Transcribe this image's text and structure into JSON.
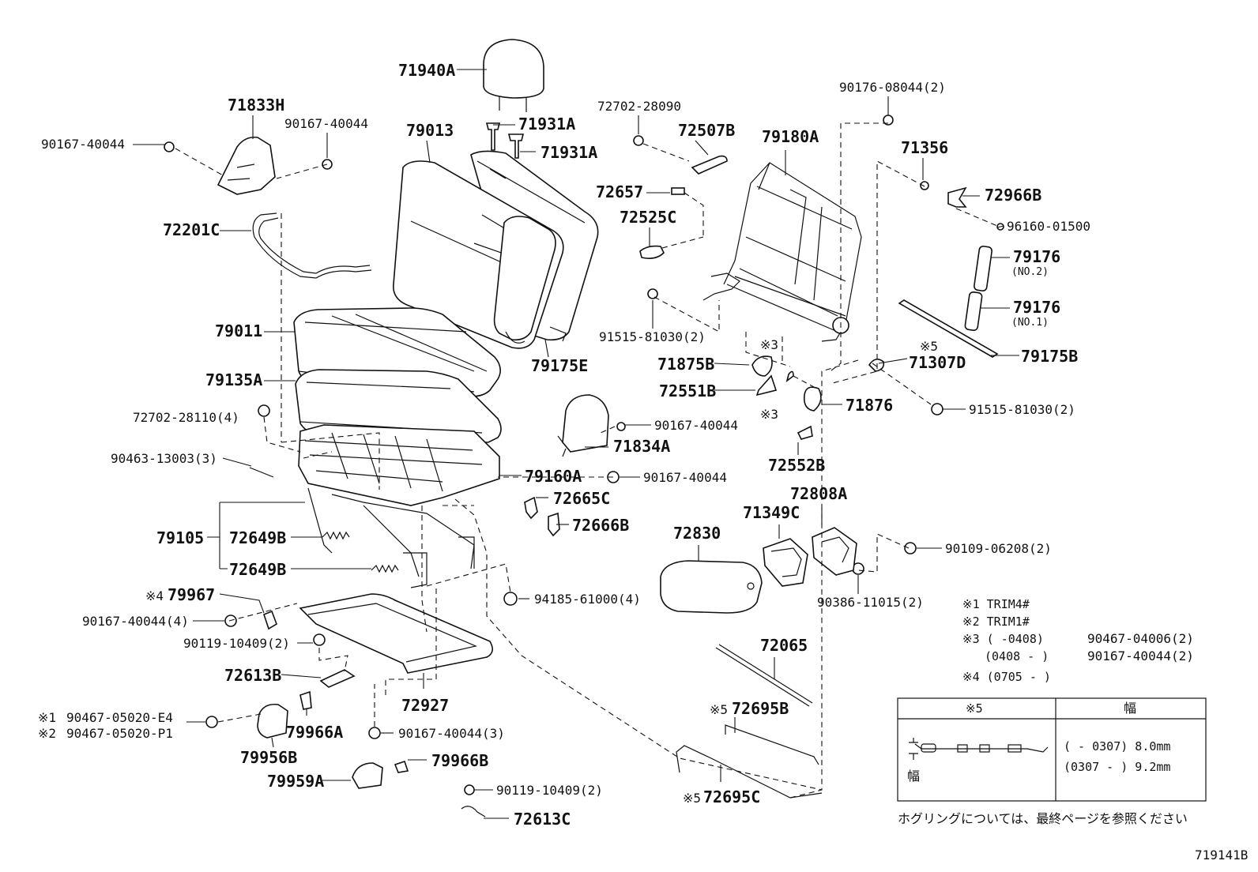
{
  "labels": {
    "l71940A": "71940A",
    "l71833H": "71833H",
    "l90167_a": "90167-40044",
    "l90167_b": "90167-40044",
    "l71931A_1": "71931A",
    "l71931A_2": "71931A",
    "l79013": "79013",
    "l72702_28090": "72702-28090",
    "l72507B": "72507B",
    "l79180A": "79180A",
    "l90176": "90176-08044(2)",
    "l71356": "71356",
    "l72966B": "72966B",
    "l96160": "96160-01500",
    "l72201C": "72201C",
    "l72657": "72657",
    "l72525C": "72525C",
    "l79176_2": "79176",
    "l79176_2sub": "(NO.2)",
    "l79176_1": "79176",
    "l79176_1sub": "(NO.1)",
    "l91515_a": "91515-81030(2)",
    "l79011": "79011",
    "l79175E": "79175E",
    "l_k3a": "※3",
    "l_k5": "※5",
    "l71307D": "71307D",
    "l79175B": "79175B",
    "l71875B": "71875B",
    "l79135A": "79135A",
    "l72551B": "72551B",
    "l_k3b": "※3",
    "l71876": "71876",
    "l91515_b": "91515-81030(2)",
    "l72702_28110": "72702-28110(4)",
    "l90167_c": "90167-40044",
    "l71834A": "71834A",
    "l90463": "90463-13003(3)",
    "l79160A": "79160A",
    "l90167_d": "90167-40044",
    "l72552B": "72552B",
    "l72665C": "72665C",
    "l72808A": "72808A",
    "l71349C": "71349C",
    "l72666B": "72666B",
    "l79105": "79105",
    "l72649B_1": "72649B",
    "l72830": "72830",
    "l90109": "90109-06208(2)",
    "l72649B_2": "72649B",
    "l_k4": "※4",
    "l79967": "79967",
    "l94185": "94185-61000(4)",
    "l90386": "90386-11015(2)",
    "l90167_e": "90167-40044(4)",
    "l90119_a": "90119-10409(2)",
    "l72065": "72065",
    "l72613B": "72613B",
    "l72927": "72927",
    "l_k5b": "※5",
    "l72695B": "72695B",
    "l_k1": "※1",
    "l_k2": "※2",
    "l90467_e4": "90467-05020-E4",
    "l90467_p1": "90467-05020-P1",
    "l79966A": "79966A",
    "l90167_f": "90167-40044(3)",
    "l79956B": "79956B",
    "l79966B": "79966B",
    "l79959A": "79959A",
    "l90119_b": "90119-10409(2)",
    "l_k5c": "※5",
    "l72695C": "72695C",
    "l72613C": "72613C"
  },
  "notes": {
    "n1": "※1 TRIM4#",
    "n2": "※2 TRIM1#",
    "n3a": "※3 (      -0408)",
    "n3a_part": "90467-04006(2)",
    "n3b": "(0408 -      )",
    "n3b_part": "90167-40044(2)",
    "n4": "※4 (0705 -      )"
  },
  "table": {
    "col1": "※5",
    "col2": "幅",
    "row1": "(      - 0307) 8.0mm",
    "row2": "(0307 -      ) 9.2mm",
    "width_mark": "幅"
  },
  "footer": {
    "hog_note": "ホグリングについては、最終ページを参照ください",
    "figure_id": "719141B"
  }
}
